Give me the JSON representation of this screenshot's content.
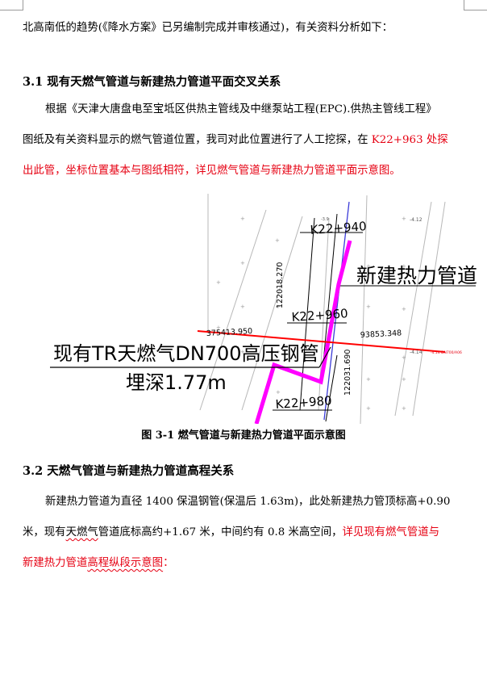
{
  "text": {
    "line1": "北高南低的趋势(《降水方案》已另编制完成并审核通过)，有关资料分析如下：",
    "h31": "3.1 现有天燃气管道与新建热力管道平面交叉关系",
    "p1a": "根据《天津大唐盘电至宝坻区供热主管线及中继泵站工程(EPC).供热主管线工程》",
    "p1b_black": "图纸及有关资料显示的燃气管道位置，我司对此位置进行了人工挖探，在 ",
    "p1b_red": "K22+963 处探",
    "p1c_red": "出此管，坐标位置基本与图纸相符，详见燃气管道与新建热力管道平面示意图。",
    "caption": "图 3-1  燃气管道与新建热力管道平面示意图",
    "h32": "3.2  天燃气管道与新建热力管道高程关系",
    "p2a": "新建热力管道为直径 1400 保温钢管(保温后 1.63m)，此处新建热力管顶标高+0.90",
    "p2b_black1": "米，现有",
    "p2b_sq1": "天燃气",
    "p2b_black2": "管道底标高约+1.67 米，中间约有 0.8 米高空间，",
    "p2b_red": "详见现有燃气管道与",
    "p2c_red1": "新建热力管道",
    "p2c_red_sq": "高程纵段示意图",
    "p2c_red2": "："
  },
  "figure": {
    "label_new_pipe": "新建热力管道",
    "label_gas_line1": "现有TR天燃气DN700高压钢管",
    "label_gas_line2": "埋深1.77m",
    "station_940": "K22+940",
    "station_960": "K22+960",
    "station_980": "K22+980",
    "coord_x_left": "375413.950",
    "coord_x_right": "93853.348",
    "coord_y_upper": "122018.270",
    "coord_y_lower": "122031.690",
    "elev_top": "-4.12",
    "elev_right": "-4.14",
    "elev_small": "-3.9",
    "tag_right": "-4.14 DN700/A06"
  },
  "colors": {
    "heat_pipe": "#ff00ff",
    "gas_pipe": "#ff0000",
    "annotation_red": "#e60012",
    "survey_line": "#b8b8b8",
    "centerline": "#3b3bd8"
  }
}
